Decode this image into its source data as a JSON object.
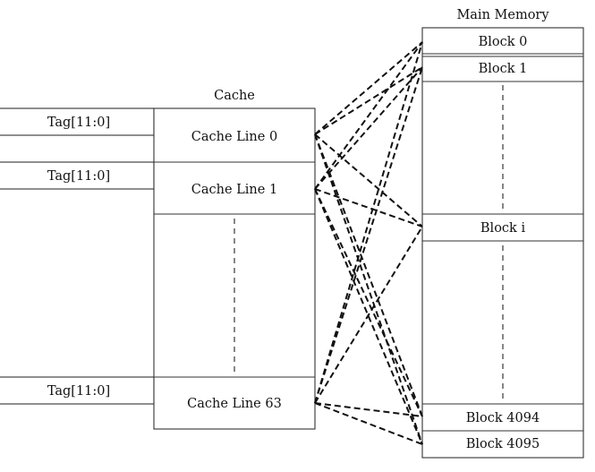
{
  "cache": {
    "title": "Cache",
    "lines": [
      "Cache Line 0",
      "Cache Line 1",
      "Cache Line 63"
    ]
  },
  "tags": [
    "Tag[11:0]",
    "Tag[11:0]",
    "Tag[11:0]"
  ],
  "memory": {
    "title": "Main Memory",
    "blocks": [
      "Block 0",
      "Block 1",
      "Block i",
      "Block 4094",
      "Block 4095"
    ]
  }
}
